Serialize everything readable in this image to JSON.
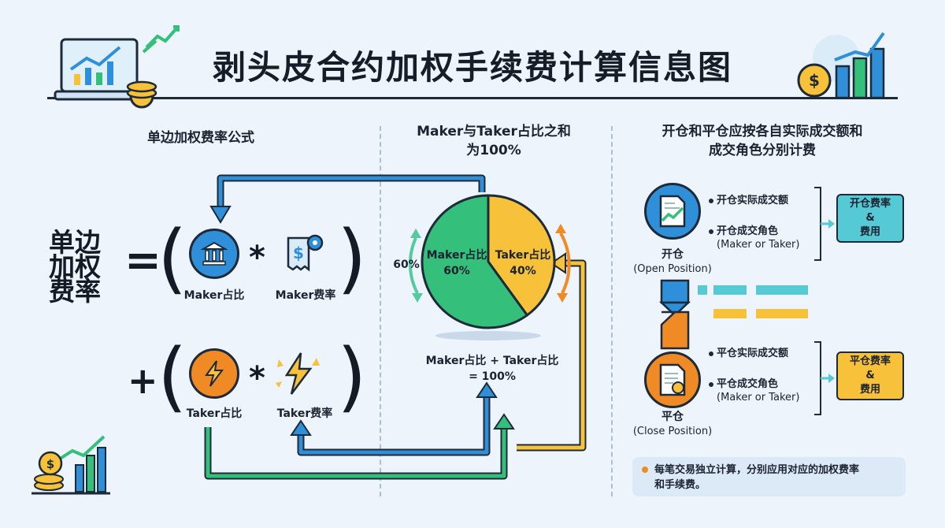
{
  "title": "剥头皮合约加权手续费计算信息图",
  "left": {
    "heading": "单边加权费率公式",
    "big_label": [
      "单边",
      "加权",
      "费率"
    ],
    "equals": "=",
    "plus": "+",
    "times": "*",
    "paren_open": "(",
    "paren_close": ")",
    "maker_ratio": "Maker占比",
    "maker_fee": "Maker费率",
    "taker_ratio": "Taker占比",
    "taker_fee": "Taker费率",
    "icons": [
      "bank-icon",
      "receipt-gear-icon",
      "lightning-icon",
      "lightning-burst-icon"
    ]
  },
  "middle": {
    "heading": [
      "Maker与Taker占比之和",
      "为100%"
    ],
    "pie_maker_label": [
      "Maker占比",
      "60%"
    ],
    "pie_taker_label": [
      "Taker占比",
      "40%"
    ],
    "side_label": "60%",
    "sum_label": [
      "Maker占比 + Taker占比",
      "= 100%"
    ]
  },
  "chart_data": {
    "type": "pie",
    "categories": [
      "Maker占比",
      "Taker占比"
    ],
    "values": [
      60,
      40
    ],
    "colors": [
      "#34c07a",
      "#f7c23a"
    ]
  },
  "right": {
    "heading": [
      "开仓和平仓应按各自实际成交额和",
      "成交角色分别计费"
    ],
    "open": {
      "bullets": [
        "开仓实际成交额",
        "开仓成交角色",
        "(Maker or Taker)"
      ],
      "label": "开仓",
      "sub": "(Open Position)",
      "result": [
        "开仓费率",
        "&",
        "费用"
      ],
      "color": "#55c9d4"
    },
    "close": {
      "bullets": [
        "平仓实际成交额",
        "平仓成交角色",
        "(Maker or Taker)"
      ],
      "label": "平仓",
      "sub": "(Close Position)",
      "result": [
        "平仓费率",
        "&",
        "费用"
      ],
      "color": "#f7c23a"
    },
    "note": [
      "每笔交易独立计算，分别应用对应的加权费率",
      "和手续费。"
    ]
  },
  "colors": {
    "blue": "#2f8fd8",
    "green": "#34c07a",
    "yellow": "#f7c23a",
    "orange": "#f08a24",
    "teal": "#55c9d4"
  }
}
